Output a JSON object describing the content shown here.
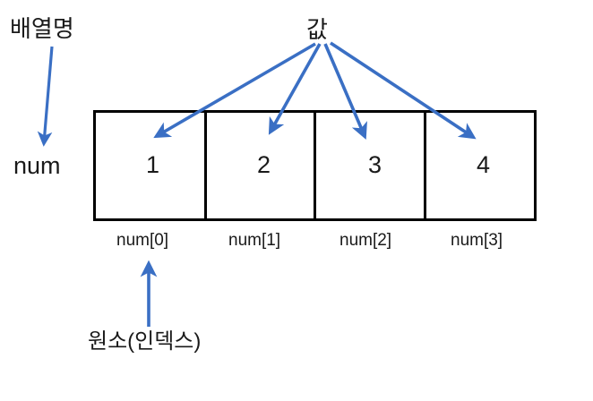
{
  "diagram": {
    "title_concept": "array-structure-diagram",
    "language": "ko",
    "annotations": {
      "array_name_label": "배열명",
      "value_label": "값",
      "element_index_label": "원소(인덱스)"
    },
    "array": {
      "name": "num",
      "cells": [
        {
          "value": "1",
          "index_label": "num[0]"
        },
        {
          "value": "2",
          "index_label": "num[1]"
        },
        {
          "value": "3",
          "index_label": "num[2]"
        },
        {
          "value": "4",
          "index_label": "num[3]"
        }
      ]
    },
    "colors": {
      "arrow": "#3A6FC4",
      "box_stroke": "#000000",
      "text": "#1a1a1a",
      "background": "#ffffff"
    },
    "arrows": {
      "array_name_arrow": "배열명 → num",
      "value_arrows_count": "4",
      "index_arrow": "원소(인덱스) → num[0]"
    }
  }
}
